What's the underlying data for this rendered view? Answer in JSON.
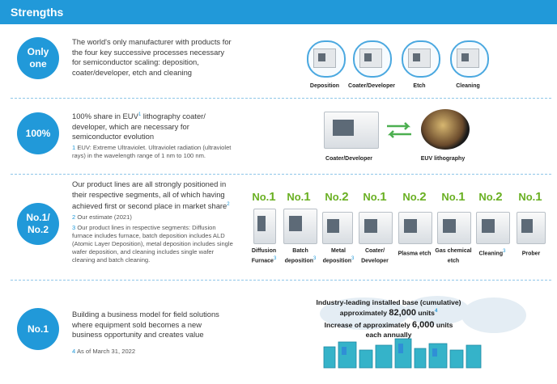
{
  "header": {
    "title": "Strengths"
  },
  "rows": [
    {
      "badge": "Only\none",
      "text": "The world's only manufacturer with products for the four key successive processes necessary for semiconductor scaling: deposition, coater/developer, etch and cleaning",
      "captions": [
        "Deposition",
        "Coater/Developer",
        "Etch",
        "Cleaning"
      ]
    },
    {
      "badge": "100%",
      "text": "100% share in EUV",
      "text_sup": "1",
      "text_rest": " lithography coater/ developer, which are necessary for semiconductor evolution",
      "footnote_num": "1",
      "footnote": "EUV: Extreme Ultraviolet. Ultraviolet radiation (ultraviolet rays) in the wavelength range of 1 nm to 100 nm.",
      "captions": [
        "Coater/Developer",
        "EUV lithography"
      ]
    },
    {
      "badge": "No.1/\nNo.2",
      "text": "Our product lines are all strongly positioned in their respective segments, all of which having achieved first or second place in market share",
      "text_sup": "2",
      "footnotes": [
        {
          "num": "2",
          "text": "Our estimate (2021)"
        },
        {
          "num": "3",
          "text": "Our product lines in respective segments: Diffusion furnace includes furnace, batch deposition includes ALD (Atomic Layer Deposition), metal deposition includes single wafer deposition, and cleaning includes single wafer cleaning and batch cleaning."
        }
      ],
      "ranks": [
        {
          "prefix": "No.",
          "num": "1"
        },
        {
          "prefix": "No.",
          "num": "1"
        },
        {
          "prefix": "No.",
          "num": "2"
        },
        {
          "prefix": "No.",
          "num": "1"
        },
        {
          "prefix": "No.",
          "num": "2"
        },
        {
          "prefix": "No.",
          "num": "1"
        },
        {
          "prefix": "No.",
          "num": "2"
        },
        {
          "prefix": "No.",
          "num": "1"
        }
      ],
      "captions": [
        {
          "label": "Diffusion\nFurnace",
          "sup": "3"
        },
        {
          "label": "Batch\ndeposition",
          "sup": "3"
        },
        {
          "label": "Metal\ndeposition",
          "sup": "3"
        },
        {
          "label": "Coater/\nDeveloper",
          "sup": ""
        },
        {
          "label": "Plasma etch",
          "sup": ""
        },
        {
          "label": "Gas chemical\netch",
          "sup": ""
        },
        {
          "label": "Cleaning",
          "sup": "3"
        },
        {
          "label": "Prober",
          "sup": ""
        }
      ]
    },
    {
      "badge": "No.1",
      "text": "Building a business model for field solutions where equipment sold becomes a new business opportunity and creates value",
      "footnote_num": "4",
      "footnote": "As of March 31, 2022",
      "installed_title": "Industry-leading installed base (cumulative)",
      "installed_line1_pre": "approximately ",
      "installed_units1": "82,000",
      "installed_line1_post": " units",
      "installed_sup": "4",
      "installed_line2_pre": "Increase of approximately ",
      "installed_units2": "6,000",
      "installed_line2_post": " units",
      "installed_line3": "each annually"
    }
  ],
  "colors": {
    "accent": "#2199d9",
    "rank_green": "#6ab023",
    "arrow_green": "#4caf50"
  }
}
